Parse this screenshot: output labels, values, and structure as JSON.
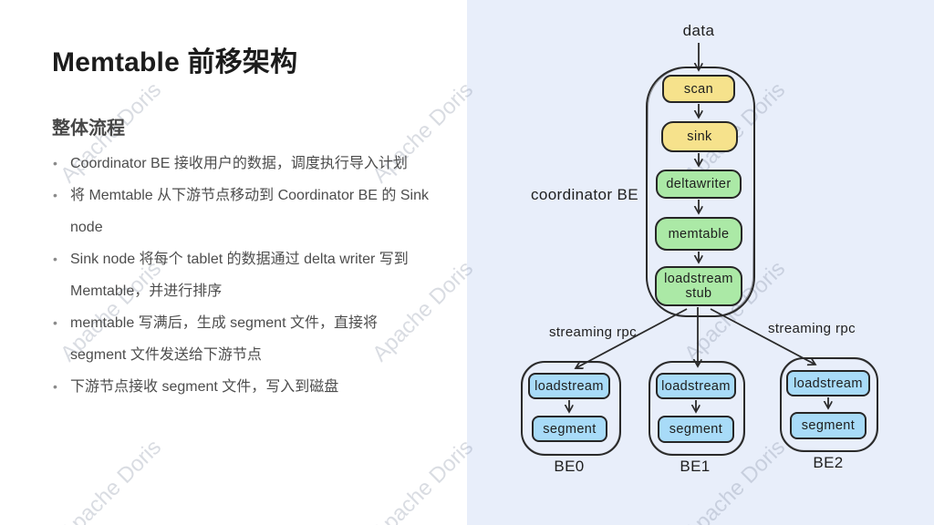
{
  "title": "Memtable 前移架构",
  "section_heading": "整体流程",
  "bullets": [
    "Coordinator BE 接收用户的数据，调度执行导入计划",
    "将 Memtable 从下游节点移动到 Coordinator BE 的 Sink node",
    "Sink node 将每个 tablet 的数据通过 delta writer 写到 Memtable，并进行排序",
    "memtable 写满后，生成 segment 文件，直接将 segment 文件发送给下游节点",
    "下游节点接收 segment 文件，写入到磁盘"
  ],
  "watermark_text": "Apache Doris",
  "diagram": {
    "data_label": "data",
    "coordinator": {
      "label": "coordinator BE",
      "nodes": {
        "scan": "scan",
        "sink": "sink",
        "deltawriter": "deltawriter",
        "memtable": "memtable",
        "loadstream_stub": "loadstream stub"
      }
    },
    "streaming_rpc_left": "streaming rpc",
    "streaming_rpc_right": "streaming rpc",
    "backends": [
      {
        "label": "BE0",
        "nodes": {
          "loadstream": "loadstream",
          "segment": "segment"
        }
      },
      {
        "label": "BE1",
        "nodes": {
          "loadstream": "loadstream",
          "segment": "segment"
        }
      },
      {
        "label": "BE2",
        "nodes": {
          "loadstream": "loadstream",
          "segment": "segment"
        }
      }
    ],
    "colors": {
      "panel_background": "#e8eefa",
      "stage_yellow": "#f6e28c",
      "stage_green": "#abe9a6",
      "stage_blue": "#a8dbf8",
      "stroke": "#2a2a2a"
    }
  }
}
